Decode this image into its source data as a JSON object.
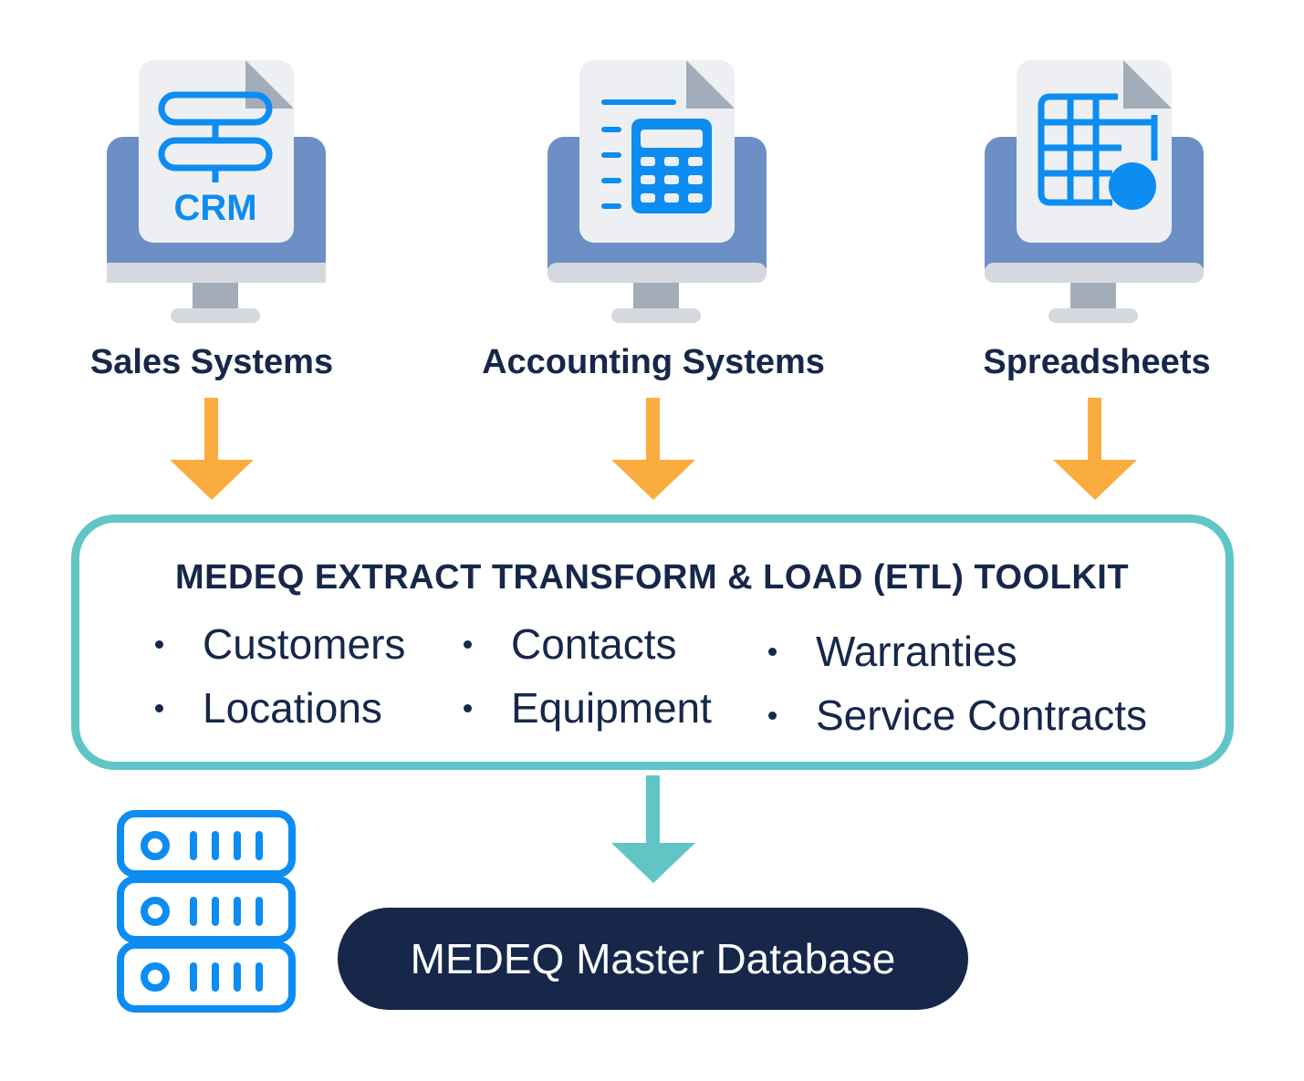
{
  "sources": [
    {
      "label": "Sales Systems",
      "icon": "crm-document-icon",
      "doc_text": "CRM"
    },
    {
      "label": "Accounting Systems",
      "icon": "calculator-document-icon"
    },
    {
      "label": "Spreadsheets",
      "icon": "spreadsheet-document-icon"
    }
  ],
  "etl": {
    "title": "MEDEQ EXTRACT TRANSFORM & LOAD (ETL) TOOLKIT",
    "items": [
      "Customers",
      "Contacts",
      "Warranties",
      "Locations",
      "Equipment",
      "Service Contracts"
    ]
  },
  "database": {
    "label": "MEDEQ Master Database",
    "icon": "server-rack-icon"
  },
  "colors": {
    "navy": "#16274a",
    "arrow_orange": "#fbac3f",
    "teal": "#62c5c5",
    "icon_blue": "#0d8cf2",
    "monitor_blue": "#6c8fc6"
  }
}
